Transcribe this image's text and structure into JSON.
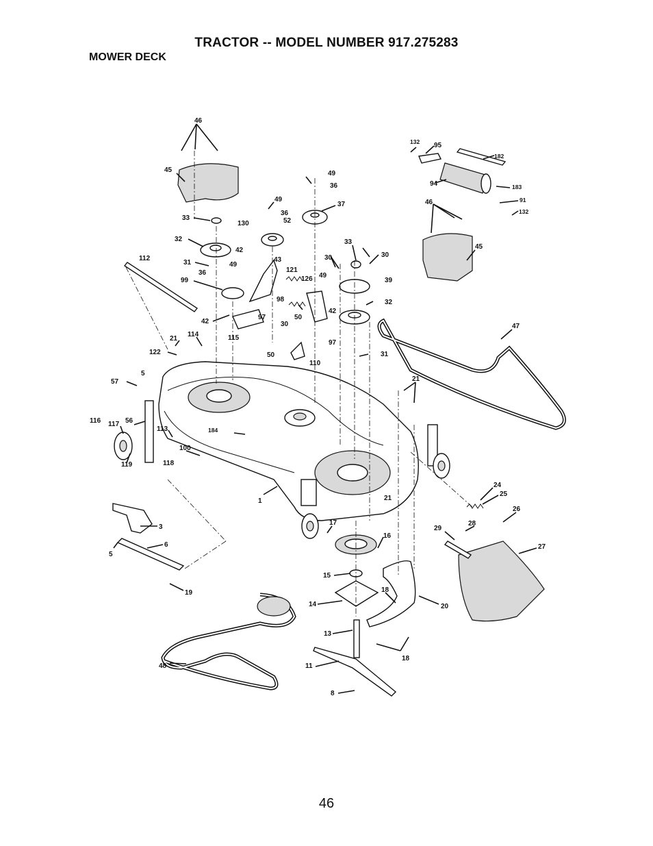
{
  "header": {
    "title": "TRACTOR -- MODEL NUMBER 917.275283",
    "subtitle": "MOWER DECK"
  },
  "footer": {
    "page_number": "46"
  },
  "callouts": [
    "46",
    "45",
    "33",
    "32",
    "31",
    "36",
    "99",
    "112",
    "42",
    "21",
    "122",
    "114",
    "57",
    "5",
    "116",
    "117",
    "56",
    "113",
    "119",
    "100",
    "118",
    "184",
    "130",
    "49",
    "36",
    "52",
    "42",
    "43",
    "49",
    "121",
    "98",
    "97",
    "115",
    "50",
    "1",
    "49",
    "36",
    "37",
    "33",
    "30",
    "30",
    "126",
    "49",
    "42",
    "30",
    "50",
    "110",
    "97",
    "39",
    "32",
    "31",
    "21",
    "21",
    "132",
    "95",
    "182",
    "94",
    "183",
    "91",
    "132",
    "46",
    "45",
    "47",
    "3",
    "6",
    "5",
    "19",
    "17",
    "16",
    "15",
    "14",
    "13",
    "11",
    "8",
    "18",
    "18",
    "20",
    "48",
    "24",
    "25",
    "26",
    "28",
    "29",
    "27"
  ]
}
